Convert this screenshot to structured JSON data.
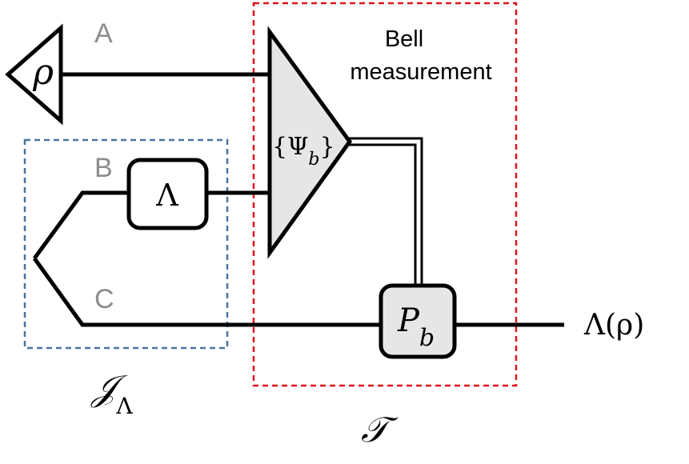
{
  "wires": {
    "a": "A",
    "b": "B",
    "c": "C"
  },
  "state": {
    "symbol": "ρ"
  },
  "channel": {
    "symbol": "Λ"
  },
  "bell": {
    "line1": "Bell",
    "line2": "measurement",
    "basis_open": "{Ψ",
    "basis_sub": "b",
    "basis_close": "}"
  },
  "correction": {
    "main": "P",
    "sub": "b"
  },
  "output": {
    "label": "Λ(ρ)"
  },
  "choi": {
    "main": "𝒥",
    "sub": "Λ"
  },
  "teleport": {
    "label": "𝒯"
  },
  "colors": {
    "choi_box": "#4a74a0",
    "teleport_box": "#e0141e",
    "grey_fill": "#e6e6e6",
    "wire_label": "#8c8c8c"
  }
}
